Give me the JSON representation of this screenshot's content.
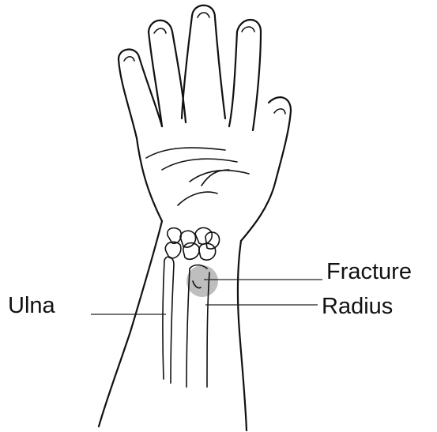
{
  "labels": {
    "ulna": "Ulna",
    "fracture": "Fracture",
    "radius": "Radius"
  },
  "colors": {
    "ink": "#111111",
    "fracture_highlight": "#b3b3b3",
    "background": "#ffffff"
  }
}
